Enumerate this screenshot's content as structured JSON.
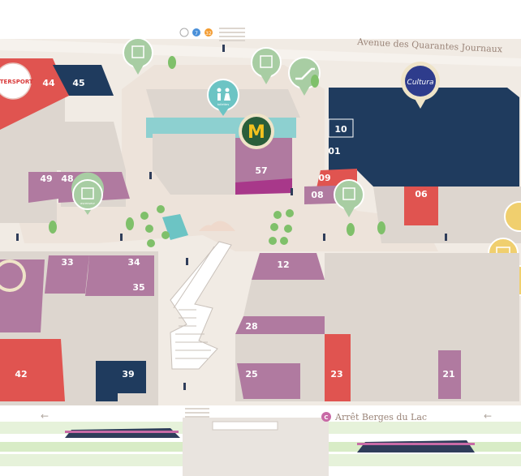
{
  "map": {
    "street_name": "Avenue des Quarantes Journaux",
    "tram_stop_label": "Arrêt Berges du Lac",
    "tram_line_letter": "C",
    "bus_lines": [
      "7",
      "32"
    ],
    "brands": {
      "intersport": "INTERSPORT",
      "culture": "Cultura"
    },
    "pois": {
      "elevator": "ascenseur",
      "restrooms": "toilettes"
    },
    "stores": {
      "s44": "44",
      "s45": "45",
      "s10": "10",
      "s01": "01",
      "s57": "57",
      "s49": "49",
      "s48": "48",
      "s09": "09",
      "s08": "08",
      "s06": "06",
      "s33": "33",
      "s34": "34",
      "s35": "35",
      "s12": "12",
      "s28": "28",
      "s42": "42",
      "s39": "39",
      "s25": "25",
      "s23": "23",
      "s21": "21"
    },
    "colors": {
      "background": "#f1ebe4",
      "building": "#ddd6cf",
      "store_red": "#e05450",
      "store_navy": "#1f3b5e",
      "store_mauve": "#b07aa0",
      "store_magenta": "#a8388a",
      "poi_green": "#a8cda3",
      "poi_teal": "#6cc4c4",
      "poi_yellow": "#f0cf6e",
      "mcdonalds": "#2a5e3a",
      "tram_pink": "#c86aa6"
    }
  }
}
